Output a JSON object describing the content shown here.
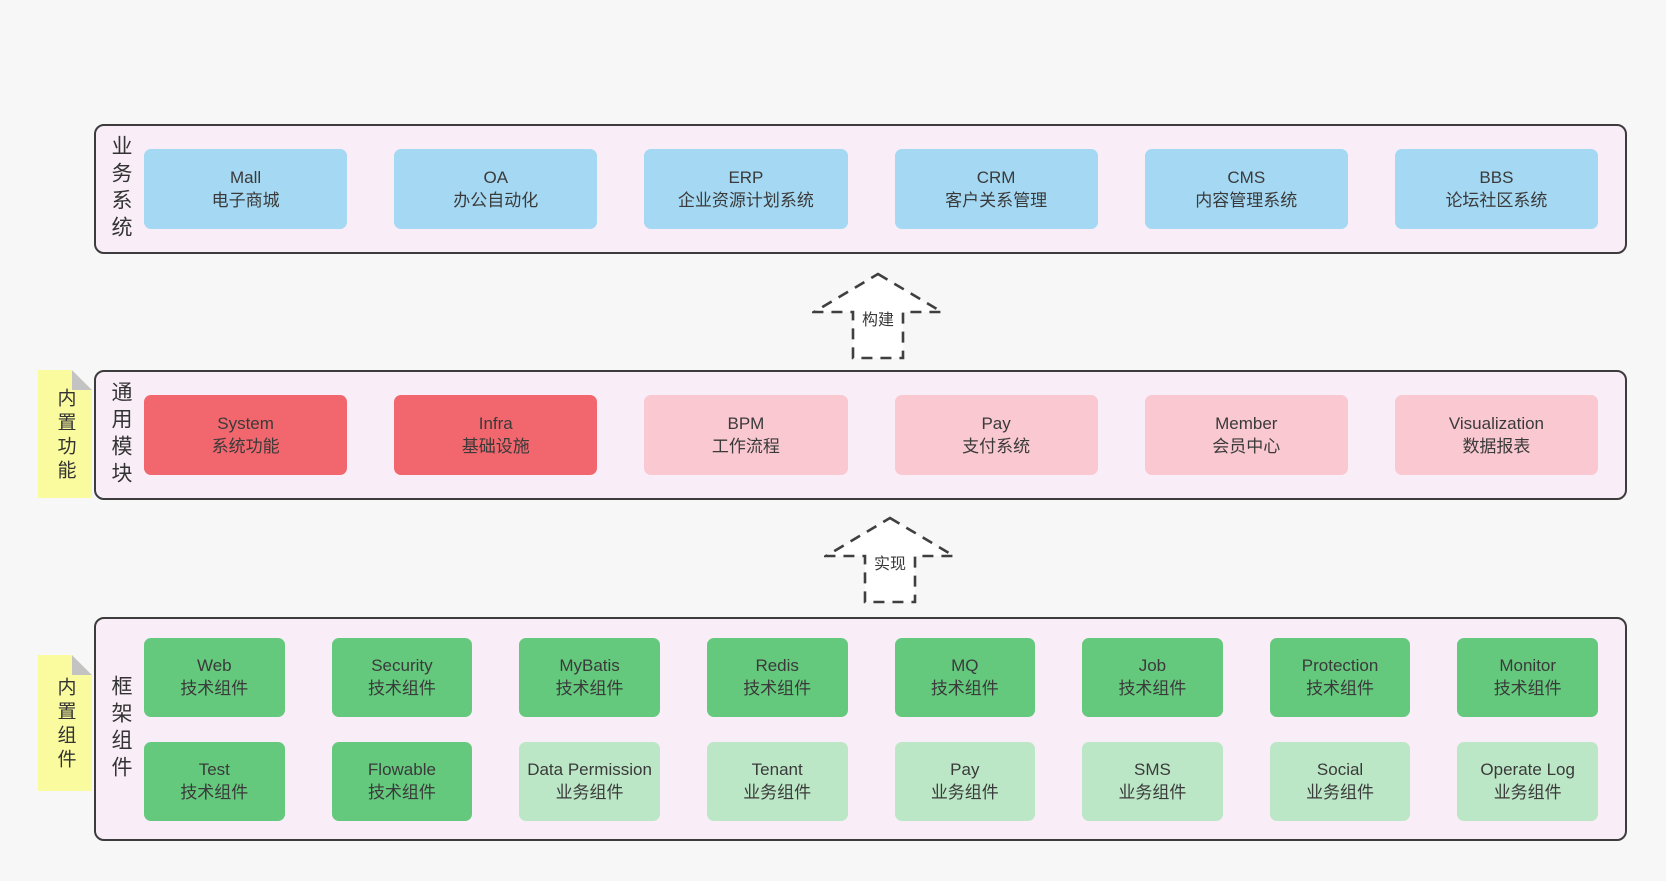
{
  "colors": {
    "page_bg": "#f7f7f7",
    "layer_fill": "#f9eef7",
    "layer_border": "#3c3c3c",
    "blue": "#a5d8f2",
    "red": "#f1676d",
    "pink": "#f9c8d1",
    "green": "#64c87d",
    "lightgreen": "#bce7c6",
    "note_yellow": "#fafa9e",
    "note_fold": "#c3c3c3",
    "text": "#3a3a3a"
  },
  "arrows": [
    {
      "label": "构建"
    },
    {
      "label": "实现"
    }
  ],
  "notes": [
    {
      "label": "内置功能"
    },
    {
      "label": "内置组件"
    }
  ],
  "layers": [
    {
      "label": "业务系统",
      "rows": [
        [
          {
            "name": "Mall",
            "sub": "电子商城",
            "variant": "blue"
          },
          {
            "name": "OA",
            "sub": "办公自动化",
            "variant": "blue"
          },
          {
            "name": "ERP",
            "sub": "企业资源计划系统",
            "variant": "blue"
          },
          {
            "name": "CRM",
            "sub": "客户关系管理",
            "variant": "blue"
          },
          {
            "name": "CMS",
            "sub": "内容管理系统",
            "variant": "blue"
          },
          {
            "name": "BBS",
            "sub": "论坛社区系统",
            "variant": "blue"
          }
        ]
      ]
    },
    {
      "label": "通用模块",
      "rows": [
        [
          {
            "name": "System",
            "sub": "系统功能",
            "variant": "red"
          },
          {
            "name": "Infra",
            "sub": "基础设施",
            "variant": "red"
          },
          {
            "name": "BPM",
            "sub": "工作流程",
            "variant": "pink"
          },
          {
            "name": "Pay",
            "sub": "支付系统",
            "variant": "pink"
          },
          {
            "name": "Member",
            "sub": "会员中心",
            "variant": "pink"
          },
          {
            "name": "Visualization",
            "sub": "数据报表",
            "variant": "pink"
          }
        ]
      ]
    },
    {
      "label": "框架组件",
      "rows": [
        [
          {
            "name": "Web",
            "sub": "技术组件",
            "variant": "green"
          },
          {
            "name": "Security",
            "sub": "技术组件",
            "variant": "green"
          },
          {
            "name": "MyBatis",
            "sub": "技术组件",
            "variant": "green"
          },
          {
            "name": "Redis",
            "sub": "技术组件",
            "variant": "green"
          },
          {
            "name": "MQ",
            "sub": "技术组件",
            "variant": "green"
          },
          {
            "name": "Job",
            "sub": "技术组件",
            "variant": "green"
          },
          {
            "name": "Protection",
            "sub": "技术组件",
            "variant": "green"
          },
          {
            "name": "Monitor",
            "sub": "技术组件",
            "variant": "green"
          }
        ],
        [
          {
            "name": "Test",
            "sub": "技术组件",
            "variant": "green"
          },
          {
            "name": "Flowable",
            "sub": "技术组件",
            "variant": "green"
          },
          {
            "name": "Data Permission",
            "sub": "业务组件",
            "variant": "lightgreen"
          },
          {
            "name": "Tenant",
            "sub": "业务组件",
            "variant": "lightgreen"
          },
          {
            "name": "Pay",
            "sub": "业务组件",
            "variant": "lightgreen"
          },
          {
            "name": "SMS",
            "sub": "业务组件",
            "variant": "lightgreen"
          },
          {
            "name": "Social",
            "sub": "业务组件",
            "variant": "lightgreen"
          },
          {
            "name": "Operate Log",
            "sub": "业务组件",
            "variant": "lightgreen"
          }
        ]
      ]
    }
  ]
}
